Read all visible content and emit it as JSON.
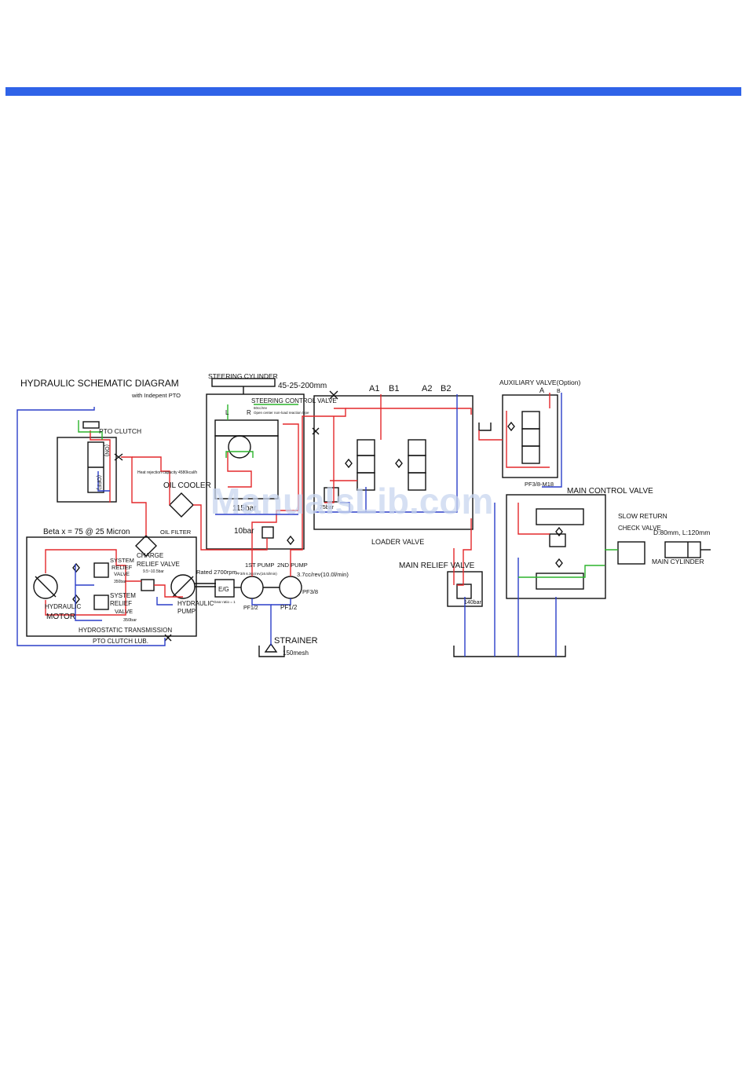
{
  "colors": {
    "top_bar": "#2f63e8",
    "pressure_line": "#e3282b",
    "return_line": "#2b3ec9",
    "pilot_line": "#2bb32b",
    "ink": "#111111"
  },
  "diagram": {
    "title": "HYDRAULIC SCHEMATIC DIAGRAM",
    "subtitle": "with Indepent PTO",
    "labels": {
      "steering_cylinder": "STEERING CYLINDER",
      "steering_cylinder_size": "45-25-200mm",
      "steering_control_valve": "STEERING CONTROL VALVE",
      "steering_valve_note1": "60cc/rev",
      "steering_valve_note2": "Open center non-load reaction type",
      "steering_L": "L",
      "steering_R": "R",
      "steering_relief": "115bar",
      "priority_relief": "10bar",
      "pto_clutch": "PTO CLUTCH",
      "pto_on": "(ON)",
      "pto_off": "(OFF)",
      "heat_rejection": "Heat rejection capacity 4580kcal/h",
      "oil_cooler": "OIL COOLER",
      "oil_filter": "OIL FILTER",
      "beta": "Beta x = 75 @ 25 Micron",
      "system_relief_1a": "SYSTEM",
      "system_relief_1b": "RELIEF",
      "system_relief_1c": "VALVE",
      "system_relief_1_bar": "350bar",
      "charge_relief_a": "CHARGE",
      "charge_relief_b": "RELIEF VALVE",
      "charge_relief_bar": "9.5~10.5bar",
      "system_relief_2a": "SYSTEM",
      "system_relief_2b": "RELIEF",
      "system_relief_2c": "VALVE",
      "system_relief_2_bar": "350bar",
      "hydraulic_motor_a": "HYDRAULIC",
      "hydraulic_motor_b": "MOTOR",
      "hydraulic_pump_a": "HYDRAULIC",
      "hydraulic_pump_b": "PUMP",
      "hydrostatic_transmission": "HYDROSTATIC TRANSMISSION",
      "pto_clutch_lub": "PTO CLUTCH LUB.",
      "rated_rpm": "Rated 2700rpm",
      "engine": "E/G",
      "gear_ratio": "Gear ratio = 1",
      "pump1": "1ST PUMP",
      "pump2": "2ND PUMP",
      "pump1_flow": "PF3/8 6.3cc/rev(16.5l/min)",
      "pump2_flow": "3.7cc/rev(10.0l/min)",
      "pump2_port": "PF3/8",
      "pump1_suction": "PF1/2",
      "pump2_suction": "PF1/2",
      "strainer": "STRAINER",
      "strainer_mesh": "150mesh",
      "loader_A1": "A1",
      "loader_B1": "B1",
      "loader_A2": "A2",
      "loader_B2": "B2",
      "loader_relief": "75bar",
      "loader_valve": "LOADER VALVE",
      "main_relief_valve": "MAIN RELIEF VALVE",
      "main_relief_bar": "140bar",
      "aux_valve": "AUXILIARY VALVE(Option)",
      "aux_A": "A",
      "aux_B": "B",
      "aux_port": "PF3/8-M18",
      "main_control_valve": "MAIN CONTROL VALVE",
      "slow_return_a": "SLOW RETURN",
      "slow_return_b": "CHECK VALVE",
      "cyl_size": "D:80mm, L:120mm",
      "main_cylinder": "MAIN CYLINDER"
    }
  },
  "watermark": "ManualsLib.com"
}
